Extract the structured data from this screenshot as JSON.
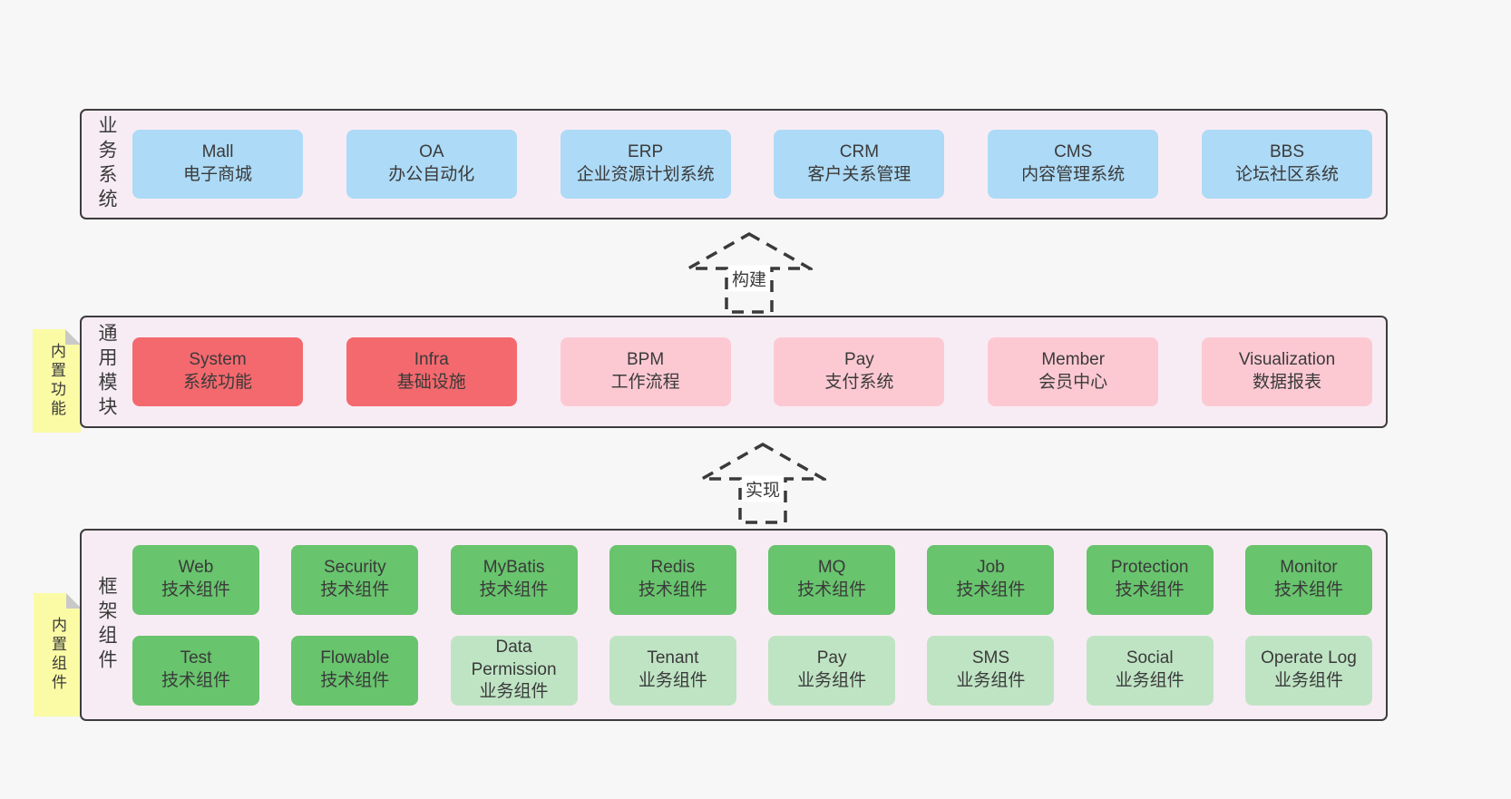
{
  "colors": {
    "page_bg": "#f7f7f7",
    "band_bg": "#f8ecf4",
    "band_border": "#3c3c3c",
    "text": "#3a3a3a",
    "blue": "#addaf6",
    "red": "#f4696e",
    "pink": "#fcc9d3",
    "green": "#68c46d",
    "green_light": "#bfe4c4",
    "sticky_yellow": "#fbfba5",
    "sticky_fold": "#c9c9c9",
    "arrow_stroke": "#3a3a3a"
  },
  "arrows": [
    {
      "label": "构建"
    },
    {
      "label": "实现"
    }
  ],
  "bands": [
    {
      "label": "业务系统",
      "sticky": null,
      "rows": [
        [
          {
            "name": "Mall",
            "sub": "电子商城",
            "color": "blue"
          },
          {
            "name": "OA",
            "sub": "办公自动化",
            "color": "blue"
          },
          {
            "name": "ERP",
            "sub": "企业资源计划系统",
            "color": "blue"
          },
          {
            "name": "CRM",
            "sub": "客户关系管理",
            "color": "blue"
          },
          {
            "name": "CMS",
            "sub": "内容管理系统",
            "color": "blue"
          },
          {
            "name": "BBS",
            "sub": "论坛社区系统",
            "color": "blue"
          }
        ]
      ]
    },
    {
      "label": "通用模块",
      "sticky": "内置功能",
      "rows": [
        [
          {
            "name": "System",
            "sub": "系统功能",
            "color": "red"
          },
          {
            "name": "Infra",
            "sub": "基础设施",
            "color": "red"
          },
          {
            "name": "BPM",
            "sub": "工作流程",
            "color": "pink"
          },
          {
            "name": "Pay",
            "sub": "支付系统",
            "color": "pink"
          },
          {
            "name": "Member",
            "sub": "会员中心",
            "color": "pink"
          },
          {
            "name": "Visualization",
            "sub": "数据报表",
            "color": "pink"
          }
        ]
      ]
    },
    {
      "label": "框架组件",
      "sticky": "内置组件",
      "rows": [
        [
          {
            "name": "Web",
            "sub": "技术组件",
            "color": "green"
          },
          {
            "name": "Security",
            "sub": "技术组件",
            "color": "green"
          },
          {
            "name": "MyBatis",
            "sub": "技术组件",
            "color": "green"
          },
          {
            "name": "Redis",
            "sub": "技术组件",
            "color": "green"
          },
          {
            "name": "MQ",
            "sub": "技术组件",
            "color": "green"
          },
          {
            "name": "Job",
            "sub": "技术组件",
            "color": "green"
          },
          {
            "name": "Protection",
            "sub": "技术组件",
            "color": "green"
          },
          {
            "name": "Monitor",
            "sub": "技术组件",
            "color": "green"
          }
        ],
        [
          {
            "name": "Test",
            "sub": "技术组件",
            "color": "green"
          },
          {
            "name": "Flowable",
            "sub": "技术组件",
            "color": "green"
          },
          {
            "name": "Data\nPermission",
            "sub": "业务组件",
            "color": "green_light"
          },
          {
            "name": "Tenant",
            "sub": "业务组件",
            "color": "green_light"
          },
          {
            "name": "Pay",
            "sub": "业务组件",
            "color": "green_light"
          },
          {
            "name": "SMS",
            "sub": "业务组件",
            "color": "green_light"
          },
          {
            "name": "Social",
            "sub": "业务组件",
            "color": "green_light"
          },
          {
            "name": "Operate Log",
            "sub": "业务组件",
            "color": "green_light"
          }
        ]
      ]
    }
  ]
}
